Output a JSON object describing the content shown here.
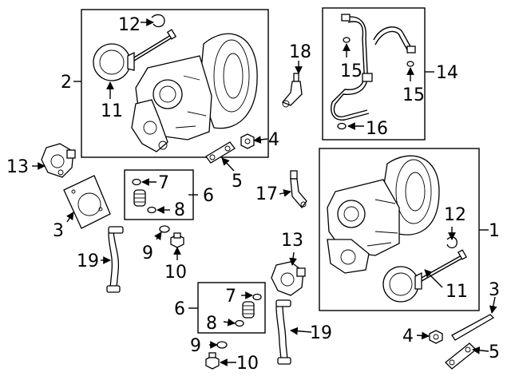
{
  "diagram": {
    "callouts": {
      "c1": "1",
      "c2": "2",
      "c3a": "3",
      "c3b": "3",
      "c4a": "4",
      "c4b": "4",
      "c5a": "5",
      "c5b": "5",
      "c6a": "6",
      "c6b": "6",
      "c7a": "7",
      "c7b": "7",
      "c8a": "8",
      "c8b": "8",
      "c9a": "9",
      "c9b": "9",
      "c10a": "10",
      "c10b": "10",
      "c11a": "11",
      "c11b": "11",
      "c12a": "12",
      "c12b": "12",
      "c13a": "13",
      "c13b": "13",
      "c14": "14",
      "c15a": "15",
      "c15b": "15",
      "c16": "16",
      "c17": "17",
      "c18": "18",
      "c19a": "19",
      "c19b": "19"
    }
  }
}
